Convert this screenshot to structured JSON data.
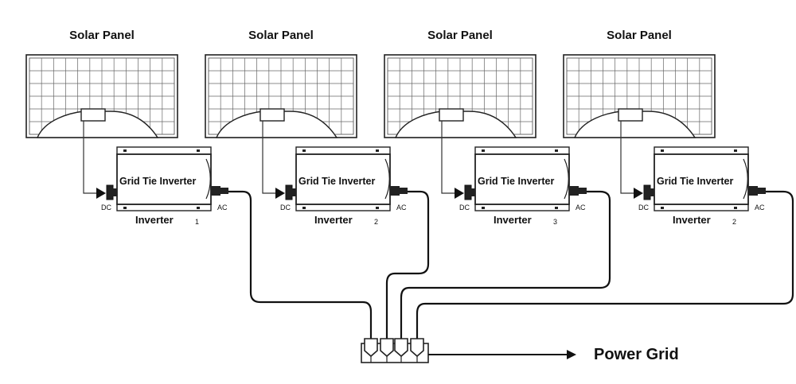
{
  "panel_label": "Solar Panel",
  "inverter_box_label": "Grid Tie Inverter",
  "inverter_name": "Inverter",
  "dc_label": "DC",
  "ac_label": "AC",
  "inverter_numbers": [
    "1",
    "2",
    "3",
    "2"
  ],
  "output_label": "Power Grid"
}
